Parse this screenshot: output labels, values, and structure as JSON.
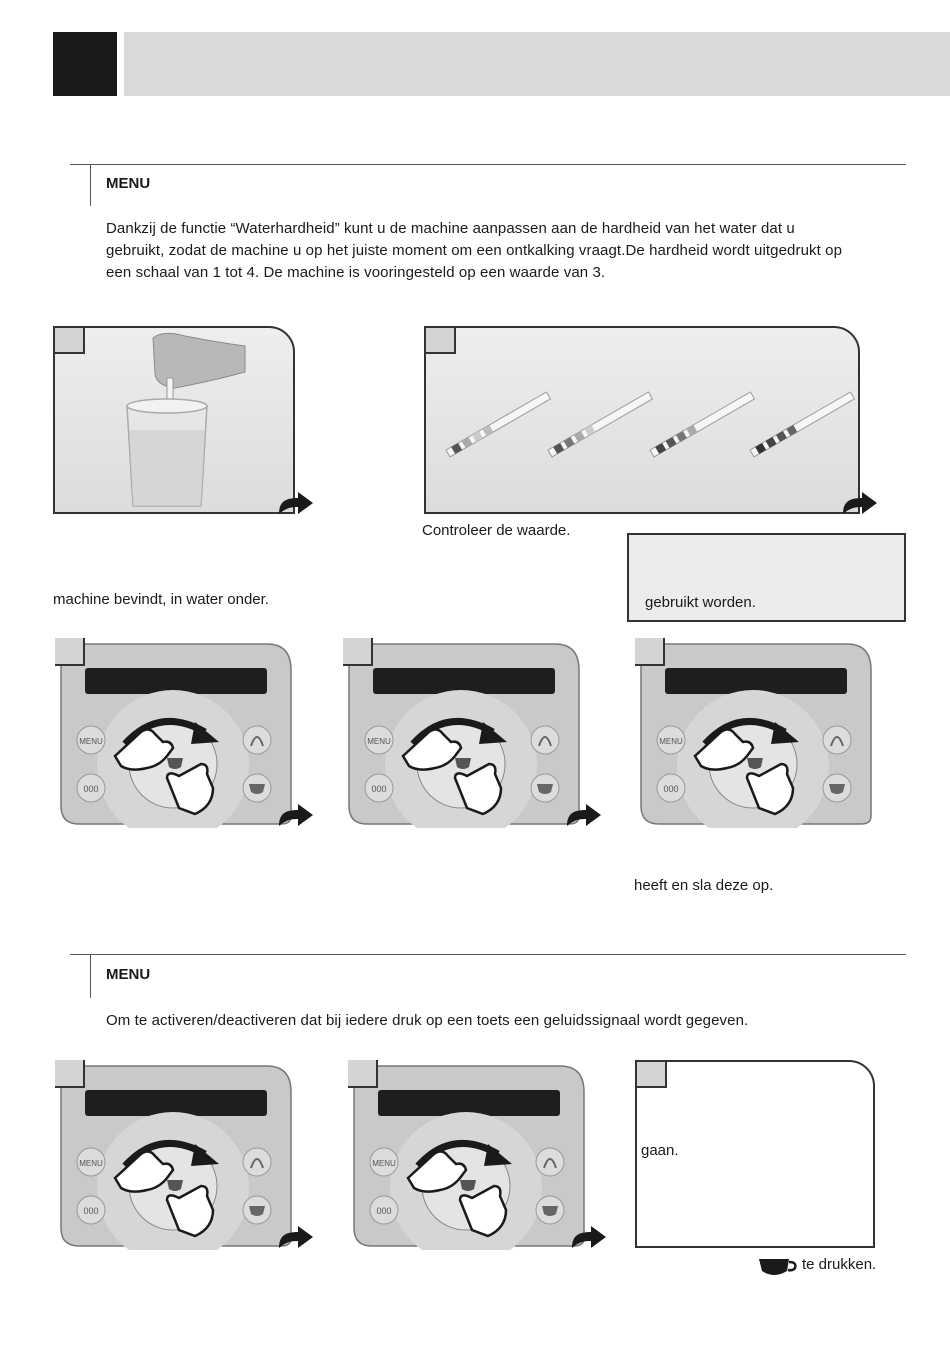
{
  "section1": {
    "menu_label": "MENU",
    "intro_line1": "Dankzij de functie “Waterhardheid” kunt u de machine aanpassen aan de hardheid van het water dat u",
    "intro_line2": "gebruikt, zodat de machine u op het juiste moment om een ontkalking vraagt.De hardheid wordt uitgedrukt op",
    "intro_line3": "een schaal van 1 tot 4. De machine is vooringesteld op een waarde van 3.",
    "caption_left": "machine bevindt, in water onder.",
    "caption_right": "Controleer de waarde.",
    "note_text": "gebruikt worden.",
    "caption_bottom_right": "heeft en sla deze op."
  },
  "section2": {
    "menu_label": "MENU",
    "intro": "Om te activeren/deactiveren dat bij iedere druk op een toets een geluidssignaal wordt gegeven.",
    "panel_text": "gaan.",
    "caption_bottom": "te drukken."
  },
  "control_panel": {
    "menu_button_label": "MENU",
    "dots_button_label": "000"
  },
  "icons": {
    "arrow": "curved-arrow-icon",
    "cup": "coffee-cup-icon",
    "hand": "pointing-hand-icon",
    "rotate": "rotate-arrow-icon"
  },
  "colors": {
    "header_bar": "#d9d9d9",
    "block": "#1a1a1a",
    "panel_bg": "#c9c9c9",
    "display": "#1e1e1e"
  }
}
